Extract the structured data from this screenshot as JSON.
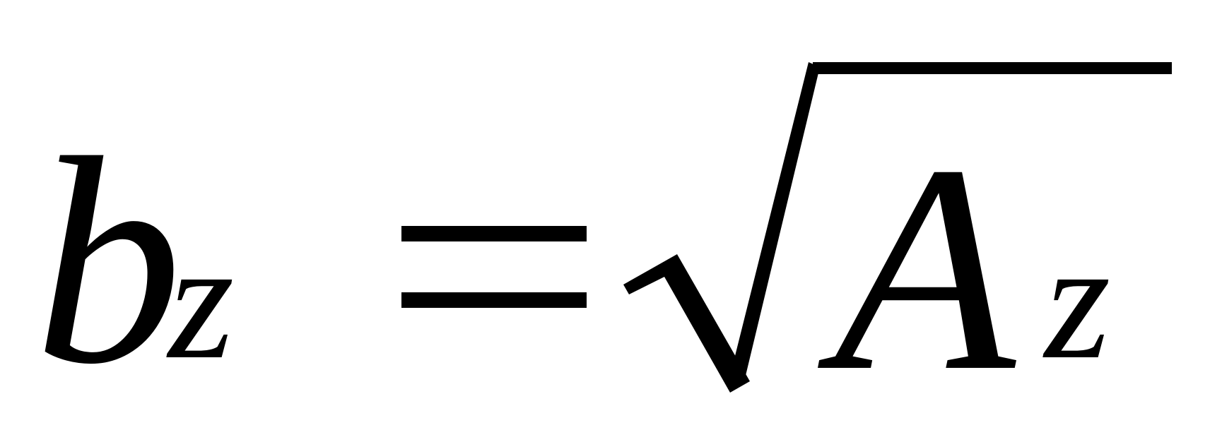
{
  "formula": {
    "lhs": {
      "symbol": "b",
      "subscript": "z"
    },
    "operator": "=",
    "rhs": {
      "function": "sqrt",
      "symbol": "A",
      "subscript": "z"
    }
  },
  "colors": {
    "ink": "#000000",
    "background": "#ffffff"
  },
  "icons": {
    "radical": "square-root-sign"
  }
}
